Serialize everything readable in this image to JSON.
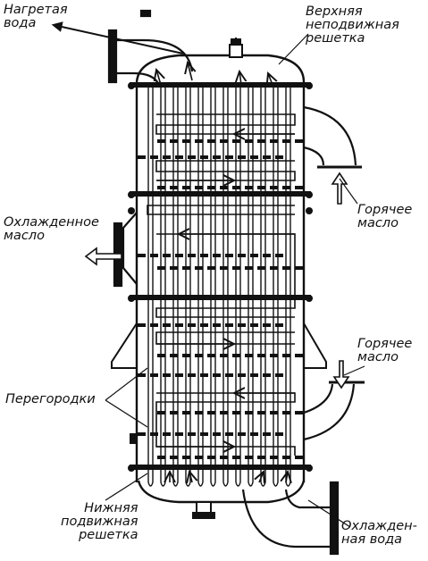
{
  "labels": {
    "hot_water": [
      "Нагретая",
      "вода"
    ],
    "upper_tubesheet": [
      "Верхняя",
      "неподвижная",
      "решетка"
    ],
    "hot_oil_top": [
      "Горячее",
      "масло"
    ],
    "cooled_oil": [
      "Охлажденное",
      "масло"
    ],
    "hot_oil_bottom": [
      "Горячее",
      "масло"
    ],
    "baffles": [
      "Перегородки"
    ],
    "lower_tubesheet": [
      "Нижняя",
      "подвижная",
      "решетка"
    ],
    "cooled_water": [
      "Охлажден-",
      "ная вода"
    ]
  },
  "colors": {
    "ink": "#111111",
    "paper": "#ffffff"
  }
}
